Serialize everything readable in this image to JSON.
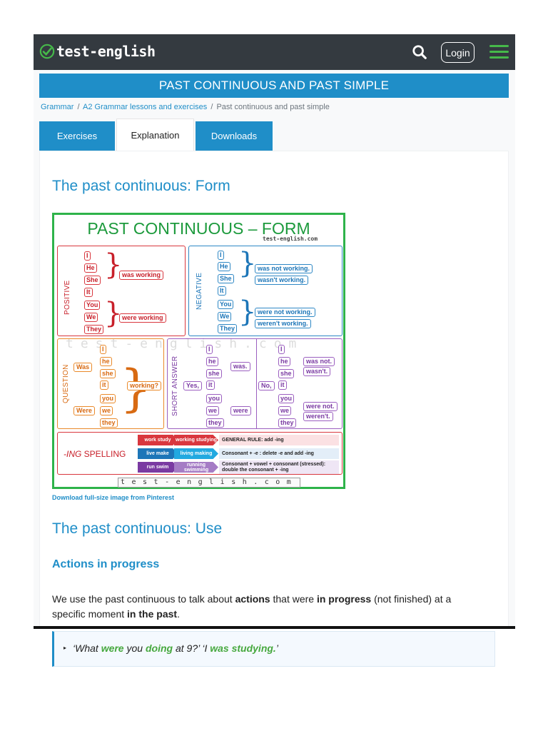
{
  "header": {
    "logo_text": "test-english",
    "login_label": "Login",
    "brand_color": "#343a40",
    "accent_color": "#46b94a",
    "search_icon": "search-icon",
    "menu_icon": "hamburger-menu-icon"
  },
  "page": {
    "title": "PAST CONTINUOUS AND PAST SIMPLE",
    "breadcrumb": [
      {
        "label": "Grammar"
      },
      {
        "label": "A2 Grammar lessons and exercises"
      },
      {
        "label": "Past continuous and past simple"
      }
    ],
    "tabs": [
      {
        "label": "Exercises",
        "active": false
      },
      {
        "label": "Explanation",
        "active": true
      },
      {
        "label": "Downloads",
        "active": false
      }
    ]
  },
  "article": {
    "heading_form": "The past continuous: Form",
    "download_link": "Download full-size image from Pinterest",
    "heading_use": "The past continuous: Use",
    "subheading": "Actions in progress",
    "paragraph": {
      "p1": "We use the past continuous to talk about ",
      "b1": "actions",
      "p2": " that were ",
      "b2": "in progress",
      "p3": " (not finished) at a specific moment ",
      "b3": "in the past",
      "p4": "."
    },
    "example": {
      "q1": "‘What ",
      "w1": "were",
      "q2": " you ",
      "w2": "doing",
      "q3": " at 9?’ ‘I ",
      "w3": "was studying.",
      "q4": "’"
    }
  },
  "infographic": {
    "title": "PAST CONTINUOUS – FORM",
    "brand": "test-english.com",
    "watermark": "test-english.com",
    "footer": "test-english.com",
    "positive": {
      "label": "POSITIVE",
      "group1": [
        "I",
        "He",
        "She",
        "It"
      ],
      "phrase1": "was working",
      "group2": [
        "You",
        "We",
        "They"
      ],
      "phrase2": "were working"
    },
    "negative": {
      "label": "NEGATIVE",
      "group1": [
        "I",
        "He",
        "She",
        "It"
      ],
      "phrase1a": "was not working.",
      "phrase1b": "wasn't working.",
      "group2": [
        "You",
        "We",
        "They"
      ],
      "phrase2a": "were not working.",
      "phrase2b": "weren't working."
    },
    "question": {
      "label": "QUESTION",
      "aux1": "Was",
      "group1": [
        "I",
        "he",
        "she",
        "it"
      ],
      "aux2": "Were",
      "group2": [
        "you",
        "we",
        "they"
      ],
      "verb": "working?"
    },
    "short_answer": {
      "label": "SHORT ANSWER",
      "yes": "Yes,",
      "yes_group1": [
        "I",
        "he",
        "she",
        "it"
      ],
      "yes_verb1": "was.",
      "yes_group2": [
        "you",
        "we",
        "they"
      ],
      "yes_verb2": "were",
      "no": "No,",
      "no_group1": [
        "I",
        "he",
        "she",
        "it"
      ],
      "no_verb1a": "was not.",
      "no_verb1b": "wasn't.",
      "no_group2": [
        "you",
        "we",
        "they"
      ],
      "no_verb2a": "were not.",
      "no_verb2b": "weren't."
    },
    "ing": {
      "label_ing": "-ING",
      "label_spelling": " SPELLING",
      "rows": [
        {
          "a": "work study",
          "b": "working studying",
          "rule": "GENERAL RULE: add -ing",
          "color_a": "#d9373e",
          "color_b": "#d9373e",
          "bg": "#fbe1e3"
        },
        {
          "a": "live make",
          "b": "living making",
          "rule": "Consonant + -e : delete -e and add -ing",
          "color_a": "#1d76b8",
          "color_b": "#22a9e0",
          "bg": "#e3eef8"
        },
        {
          "a": "run swim",
          "b": "running swimming",
          "rule": "Consonant + vowel + consonant (stressed): double the consonant + -ing",
          "color_a": "#7a3aa2",
          "color_b": "#a57cc5",
          "bg": "#efe6f5"
        }
      ]
    }
  }
}
